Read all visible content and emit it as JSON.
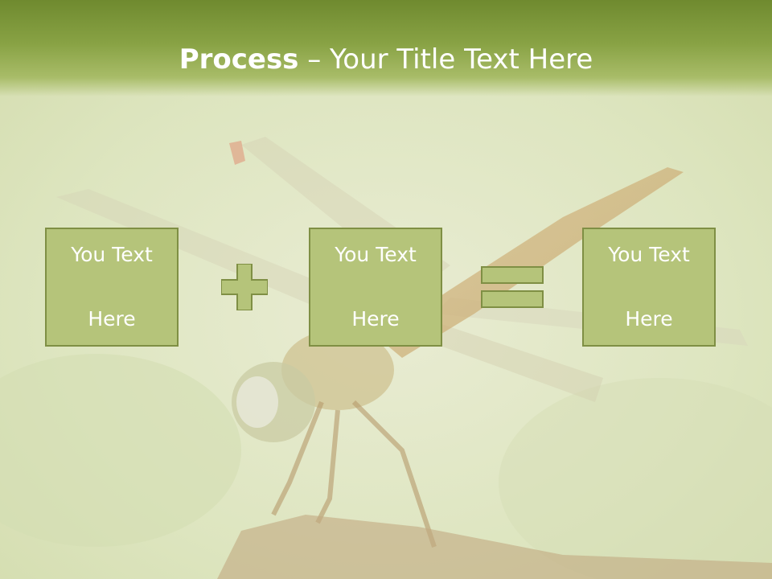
{
  "title": {
    "bold": "Process",
    "rest": " – Your Title Text Here"
  },
  "boxes": [
    {
      "line1": "You Text",
      "line2": "Here"
    },
    {
      "line1": "You Text",
      "line2": "Here"
    },
    {
      "line1": "You Text",
      "line2": "Here"
    }
  ],
  "operators": [
    "plus-icon",
    "equals-icon"
  ],
  "colors": {
    "title_bar": "#88a244",
    "box_fill": "#b5c47a",
    "box_border": "#7f8f44",
    "text": "#ffffff",
    "background": "#dfe6c4"
  }
}
